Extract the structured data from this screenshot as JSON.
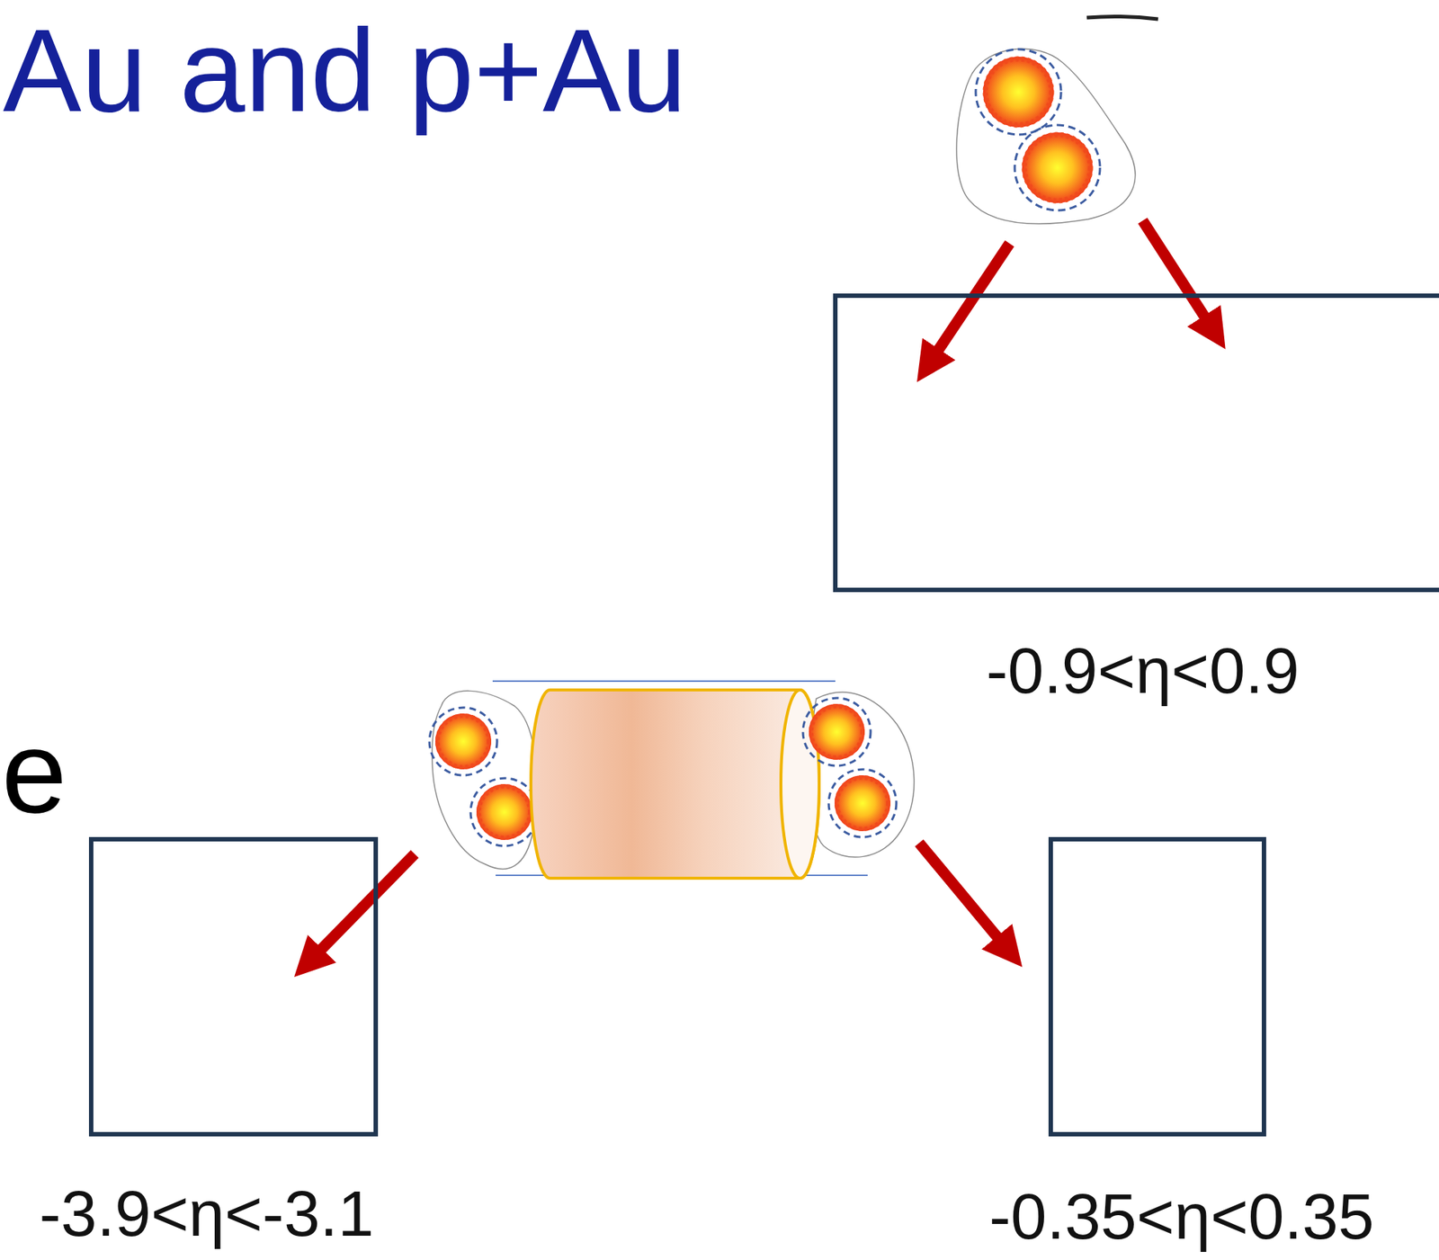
{
  "diagram": {
    "title": "Au and p+Au",
    "nodes": [
      {
        "text": [
          "-0.9<η<0.9"
        ]
      },
      {
        "text": [
          "-3.9<η<-3.1"
        ]
      },
      {
        "text": [
          "-0.35<η<0.35"
        ]
      }
    ],
    "labels": [
      "e"
    ]
  }
}
